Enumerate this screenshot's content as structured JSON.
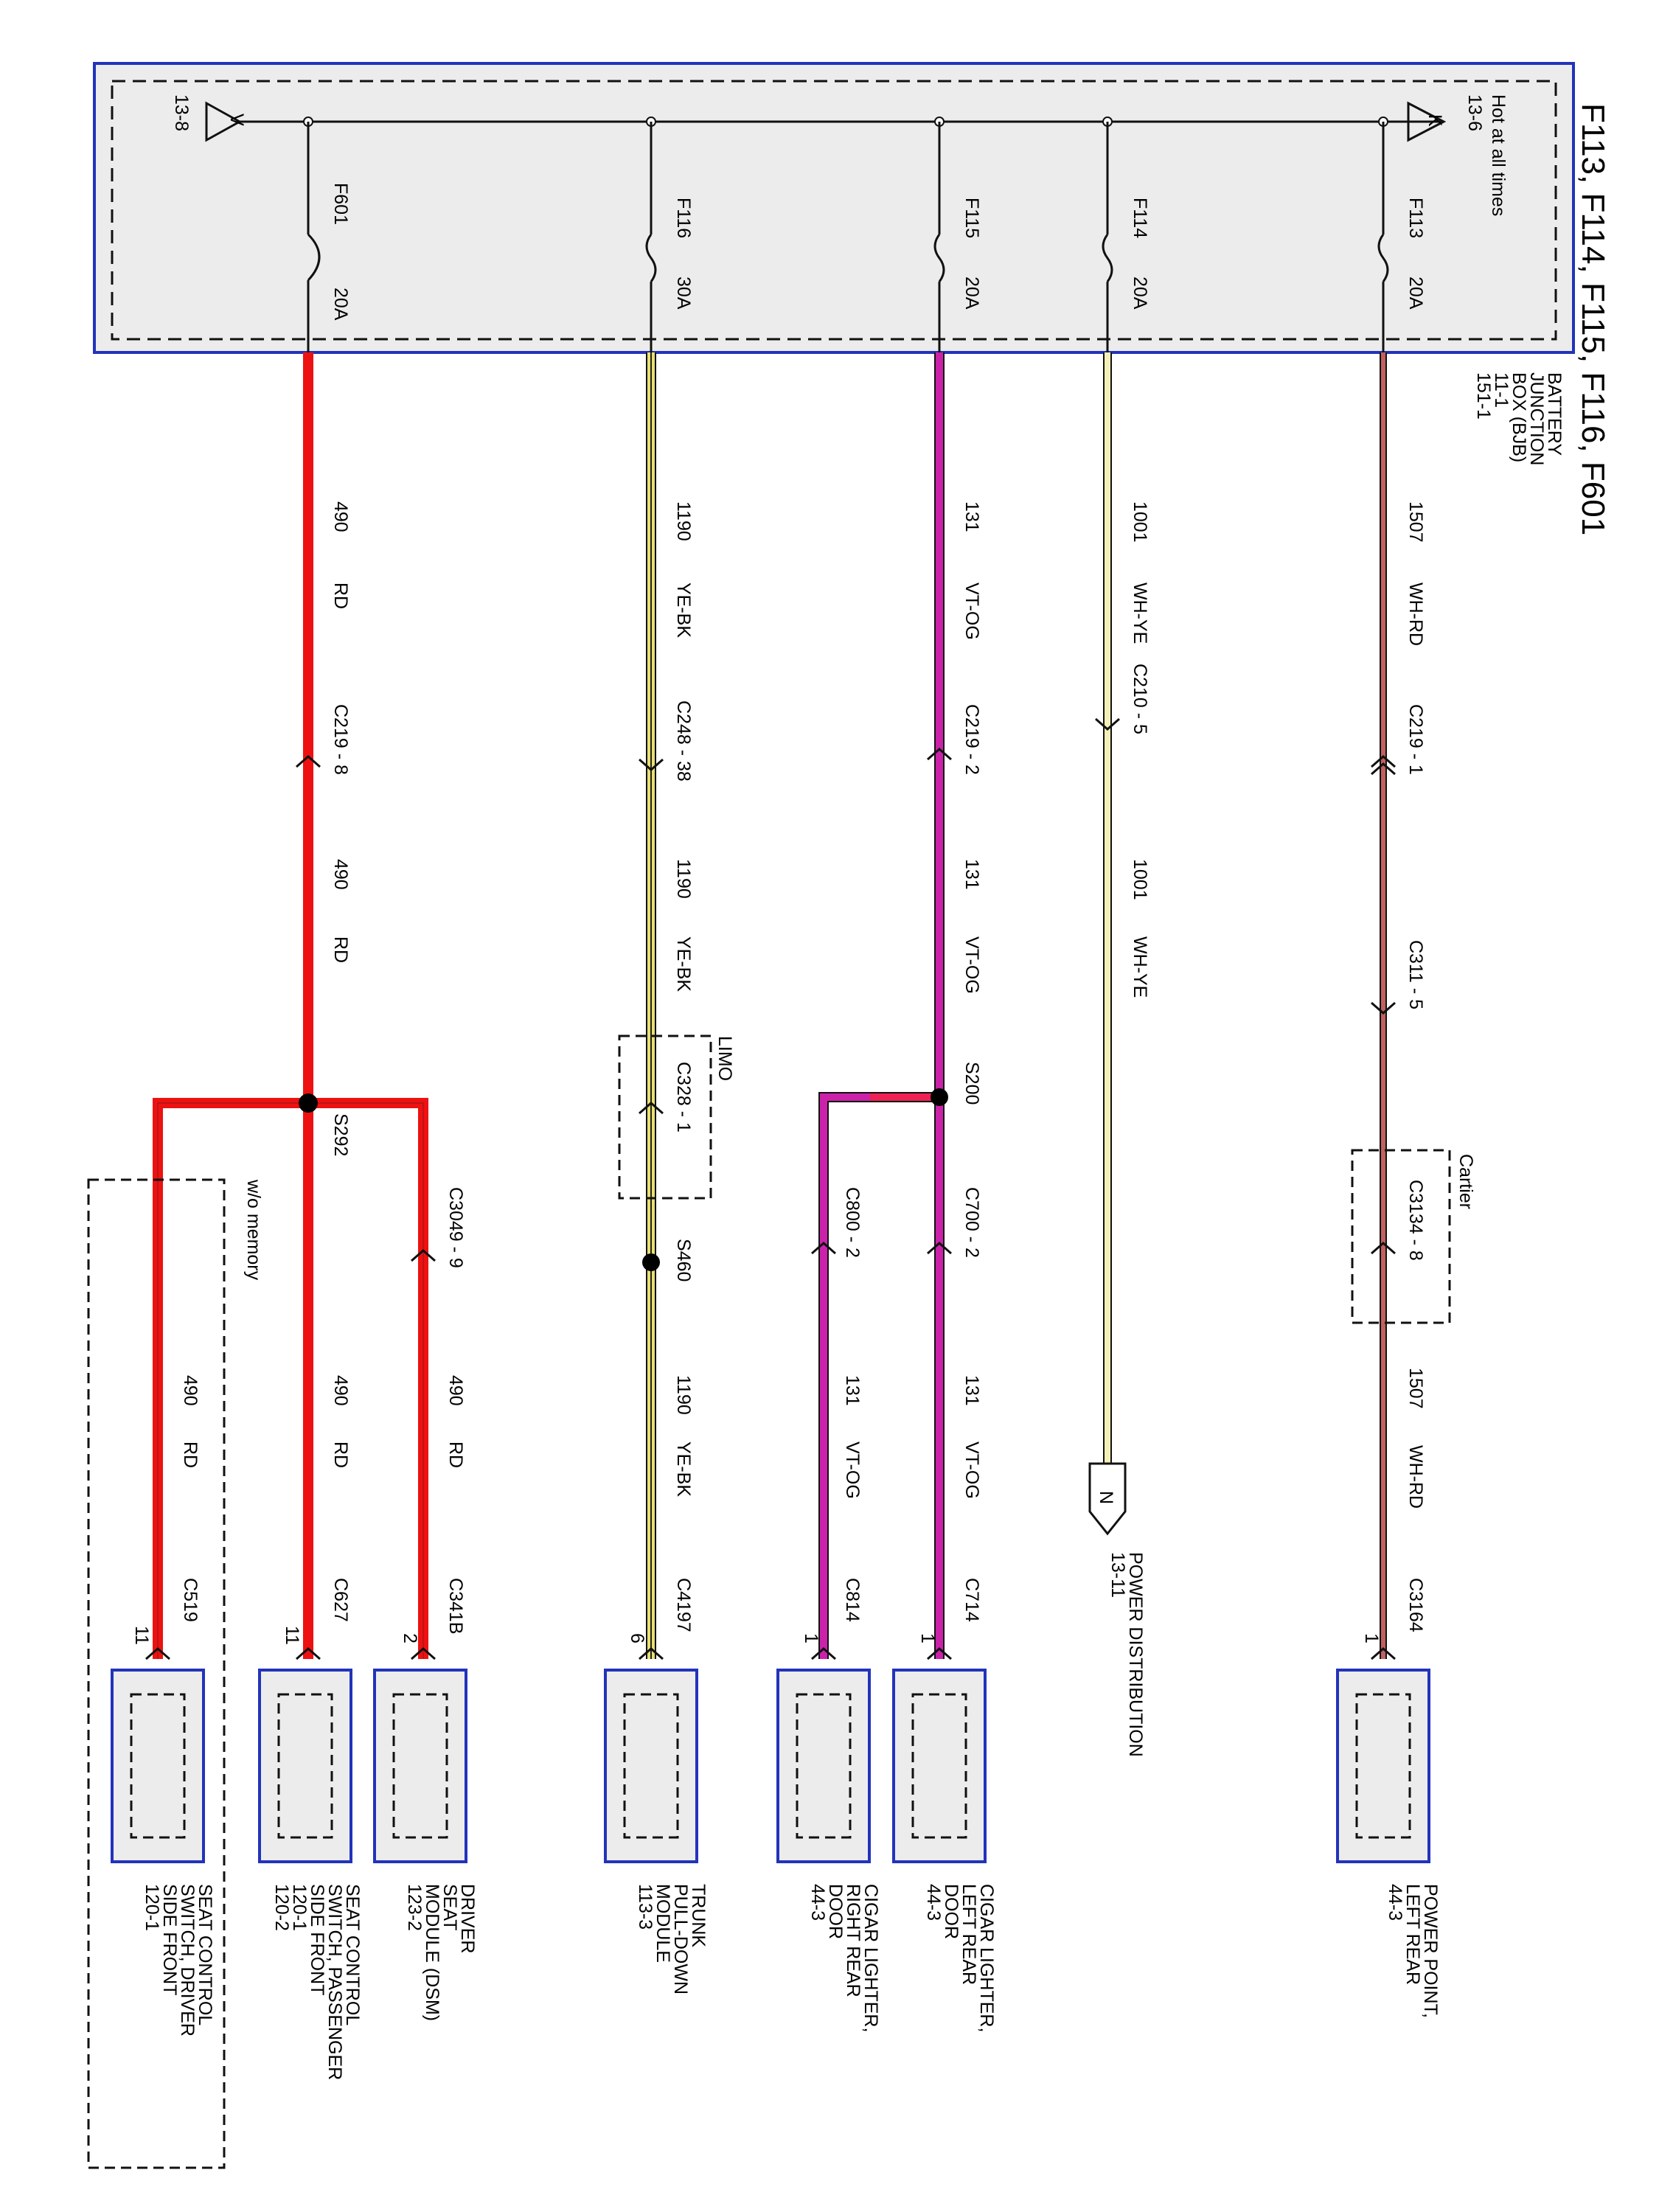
{
  "title": "F113, F114, F115, F116, F601",
  "bjb": {
    "name_lines": [
      "BATTERY",
      "JUNCTION",
      "BOX (BJB)",
      "11-1",
      "151-1"
    ],
    "hot_label": "Hot at all times",
    "ref_in": "13-6",
    "ref_out": "13-8",
    "connector_in": "K",
    "connector_out": "V"
  },
  "fuses": [
    {
      "id": "F113",
      "rating": "20A"
    },
    {
      "id": "F114",
      "rating": "20A"
    },
    {
      "id": "F115",
      "rating": "20A"
    },
    {
      "id": "F116",
      "rating": "30A"
    },
    {
      "id": "F601",
      "rating": "20A"
    }
  ],
  "wires": {
    "w1507": {
      "circuit": "1507",
      "color": "WH-RD"
    },
    "w1001": {
      "circuit": "1001",
      "color": "WH-YE"
    },
    "w131": {
      "circuit": "131",
      "color": "VT-OG"
    },
    "w1190": {
      "circuit": "1190",
      "color": "YE-BK"
    },
    "w490": {
      "circuit": "490",
      "color": "RD"
    }
  },
  "connectors": {
    "c219_1": "C219 - 1",
    "c311_5": "C311 - 5",
    "c3134_8": "C3134 - 8",
    "c3164": "C3164",
    "c210_5": "C210 - 5",
    "c219_2": "C219 - 2",
    "c700_2": "C700 - 2",
    "c800_2": "C800 - 2",
    "c714": "C714",
    "c814": "C814",
    "c248_38": "C248 - 38",
    "c328_1": "C328 - 1",
    "c4197": "C4197",
    "c219_8": "C219 - 8",
    "c3049_9": "C3049 - 9",
    "c341b": "C341B",
    "c627": "C627",
    "c519": "C519"
  },
  "pins": {
    "p1": "1",
    "p6": "6",
    "p2": "2",
    "p11": "11"
  },
  "splices": {
    "s200": "S200",
    "s460": "S460",
    "s292": "S292"
  },
  "options": {
    "cartier": "Cartier",
    "limo": "LIMO",
    "no_memory": "w/o memory"
  },
  "power_distribution": {
    "letter": "N",
    "label": "POWER DISTRIBUTION",
    "ref": "13-11"
  },
  "components": [
    {
      "lines": [
        "POWER POINT,",
        "LEFT REAR",
        "44-3"
      ]
    },
    {
      "lines": [
        "CIGAR LIGHTER,",
        "LEFT REAR",
        "DOOR",
        "44-3"
      ]
    },
    {
      "lines": [
        "CIGAR LIGHTER,",
        "RIGHT REAR",
        "DOOR",
        "44-3"
      ]
    },
    {
      "lines": [
        "TRUNK",
        "PULL-DOWN",
        "MODULE",
        "113-3"
      ]
    },
    {
      "lines": [
        "DRIVER",
        "SEAT",
        "MODULE (DSM)",
        "123-2"
      ]
    },
    {
      "lines": [
        "SEAT CONTROL",
        "SWITCH, PASSENGER",
        "SIDE FRONT",
        "120-1",
        "120-2"
      ]
    },
    {
      "lines": [
        "SEAT CONTROL",
        "SWITCH, DRIVER",
        "SIDE FRONT",
        "120-1"
      ]
    }
  ],
  "colors": {
    "wh_rd": "#c06060",
    "wh_ye": "#f5f0b8",
    "vt_og": "#cc22aa",
    "ye_bk": "#e8e070",
    "rd": "#ee1111",
    "box_border": "#2233bb",
    "box_fill": "#ececec"
  }
}
